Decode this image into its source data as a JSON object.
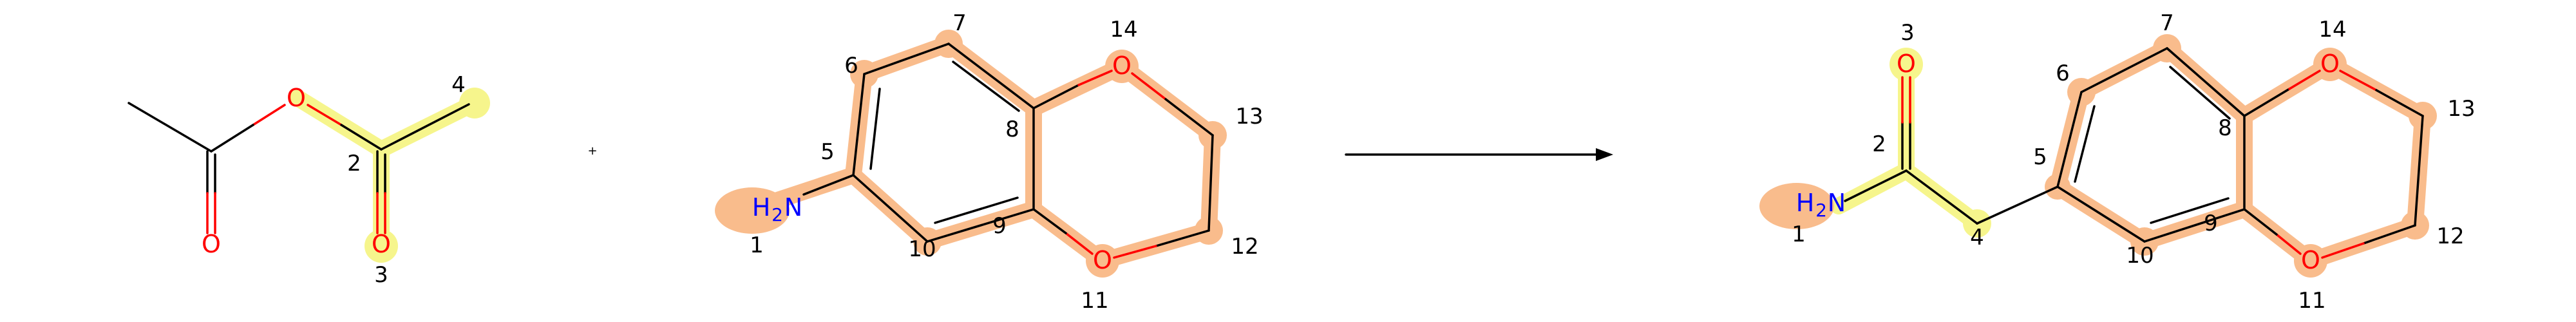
{
  "scheme": {
    "plus_sign": "+",
    "colors": {
      "orange_highlight": "#f9bc8c",
      "yellow_highlight": "#f6f58c",
      "oxygen": "#ff0000",
      "nitrogen": "#0000ff",
      "bond": "#000000"
    },
    "reactant1": {
      "atoms": {
        "o_ester": "O",
        "o_acyl_left": "O",
        "o_carbonyl": "O"
      },
      "numbers": {
        "n2": "2",
        "n3": "3",
        "n4": "4"
      }
    },
    "reactant2": {
      "atoms": {
        "n": "H",
        "n_sub": "2",
        "n_n": "N",
        "o14": "O",
        "o11": "O"
      },
      "numbers": {
        "n1": "1",
        "n5": "5",
        "n6": "6",
        "n7": "7",
        "n8": "8",
        "n9": "9",
        "n10": "10",
        "n11": "11",
        "n12": "12",
        "n13": "13",
        "n14": "14"
      }
    },
    "product": {
      "atoms": {
        "n": "H",
        "n_sub": "2",
        "n_n": "N",
        "o3": "O",
        "o14": "O",
        "o11": "O"
      },
      "numbers": {
        "n1": "1",
        "n2": "2",
        "n3": "3",
        "n4": "4",
        "n5": "5",
        "n6": "6",
        "n7": "7",
        "n8": "8",
        "n9": "9",
        "n10": "10",
        "n11": "11",
        "n12": "12",
        "n13": "13",
        "n14": "14"
      }
    }
  }
}
